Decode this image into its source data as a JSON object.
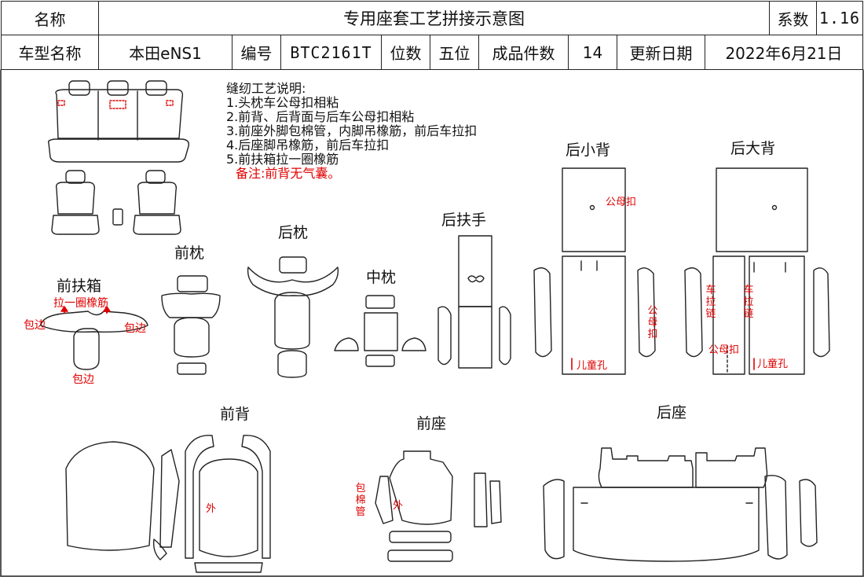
{
  "header": {
    "name_label": "名称",
    "title": "专用座套工艺拼接示意图",
    "coef_label": "系数",
    "coef_value": "1.16",
    "model_label": "车型名称",
    "model_value": "本田eNS1",
    "code_label": "编号",
    "code_value": "BTC2161T",
    "seats_label": "位数",
    "seats_value": "五位",
    "pieces_label": "成品件数",
    "pieces_value": "14",
    "date_label": "更新日期",
    "date_value": "2022年6月21日"
  },
  "notes": {
    "heading": "缝纫工艺说明:",
    "items": [
      "1.头枕车公母扣相粘",
      "2.前背、后背面与后车公母扣相粘",
      "3.前座外脚包棉管，内脚吊橡筋，前后车拉扣",
      "4.后座脚吊橡筋，前后车拉扣",
      "5.前扶箱拉一圈橡筋"
    ],
    "remark": "备注:前背无气囊。"
  },
  "sections": {
    "front_headrest": "前枕",
    "rear_headrest": "后枕",
    "mid_headrest": "中枕",
    "front_armrest_box": "前扶箱",
    "rear_armrest": "后扶手",
    "rear_small_back": "后小背",
    "rear_large_back": "后大背",
    "front_back": "前背",
    "front_seat": "前座",
    "rear_seat": "后座"
  },
  "annotations": {
    "elastic_loop": "拉一圈橡筋",
    "binding_left": "包边",
    "binding_right": "包边",
    "binding_bottom": "包边",
    "snap_small": "公母扣",
    "snap_vertical": "公母扣",
    "snap_large": "公母扣",
    "zip_left": "车拉链",
    "zip_right": "车拉链",
    "child_hole_small": "儿童孔",
    "child_hole_large": "儿童孔",
    "outer_back": "外",
    "outer_seat": "外",
    "cotton_tube": "包棉管"
  },
  "colors": {
    "line": "#222222",
    "annotation": "#e00000"
  }
}
